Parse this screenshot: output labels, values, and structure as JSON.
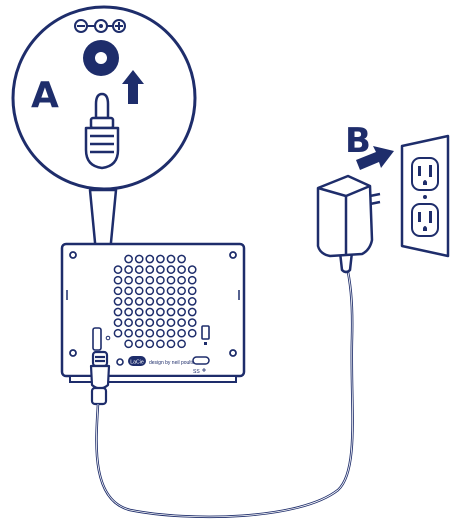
{
  "steps": {
    "a_label": "A",
    "b_label": "B"
  },
  "device": {
    "brand_badge": "LaCie",
    "design_text": "design by neil poulton",
    "port_text": "SS"
  },
  "polarity_symbol": {
    "minus": "−",
    "plus": "+"
  },
  "colors": {
    "navy": "#1e2d6b",
    "outline": "#1e2d6b",
    "background": "#ffffff"
  }
}
